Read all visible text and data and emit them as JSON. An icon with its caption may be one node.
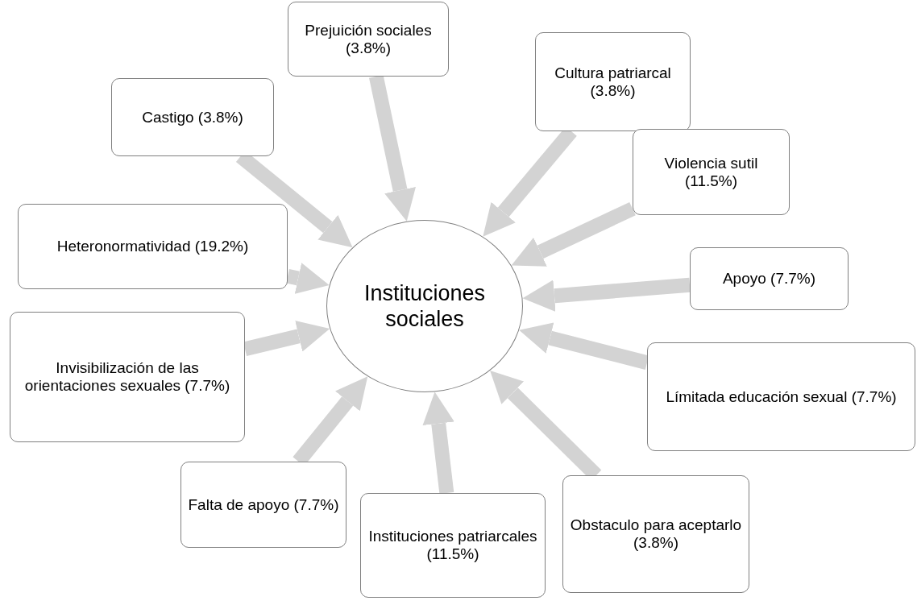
{
  "diagram": {
    "nodes": [
      {
        "text": [
          "Prejuición sociales (3.8%)"
        ]
      },
      {
        "text": [
          "Cultura patriarcal (3.8%)"
        ]
      },
      {
        "text": [
          "Castigo (3.8%)"
        ]
      },
      {
        "text": [
          "Violencia sutil (11.5%)"
        ]
      },
      {
        "text": [
          "Heteronormatividad (19.2%)"
        ]
      },
      {
        "text": [
          "Instituciones sociales"
        ]
      },
      {
        "text": [
          "Apoyo (7.7%)"
        ]
      },
      {
        "text": [
          "Invisibilización de las orientaciones sexuales (7.7%)"
        ]
      },
      {
        "text": [
          "Límitada educación sexual (7.7%)"
        ]
      },
      {
        "text": [
          "Obstaculo para aceptarlo (3.8%)"
        ]
      },
      {
        "text": [
          "Falta de apoyo (7.7%)"
        ]
      },
      {
        "text": [
          "Instituciones patriarcales (11.5%)"
        ]
      }
    ],
    "edges": [
      {
        "from": 0,
        "to": 5,
        "arrow": "to"
      },
      {
        "from": 1,
        "to": 5,
        "arrow": "to"
      },
      {
        "from": 2,
        "to": 5,
        "arrow": "to"
      },
      {
        "from": 3,
        "to": 5,
        "arrow": "to"
      },
      {
        "from": 4,
        "to": 5,
        "arrow": "to"
      },
      {
        "from": 6,
        "to": 5,
        "arrow": "to"
      },
      {
        "from": 7,
        "to": 5,
        "arrow": "to"
      },
      {
        "from": 8,
        "to": 5,
        "arrow": "to"
      },
      {
        "from": 9,
        "to": 5,
        "arrow": "to"
      },
      {
        "from": 10,
        "to": 5,
        "arrow": "to"
      },
      {
        "from": 11,
        "to": 5,
        "arrow": "to"
      }
    ]
  }
}
